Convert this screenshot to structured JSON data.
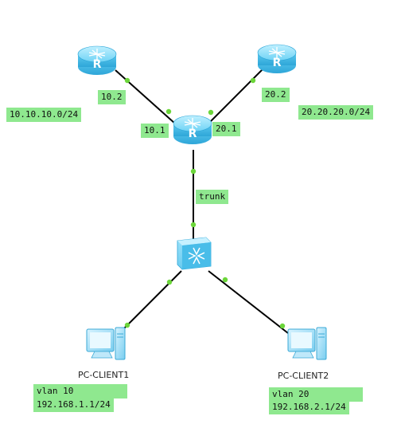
{
  "labels": {
    "r_left_port": "10.2",
    "r_right_port": "20.2",
    "net_left": "10.10.10.0/24",
    "net_right": "20.20.20.0/24",
    "core_left_port": "10.1",
    "core_right_port": "20.1",
    "trunk": "trunk",
    "pc1_vlan": "vlan 10",
    "pc1_ip": "192.168.1.1/24",
    "pc2_vlan": "vlan 20",
    "pc2_ip": "192.168.2.1/24"
  },
  "devices": {
    "router_left_glyph": "R",
    "router_right_glyph": "R",
    "router_core_glyph": "R",
    "pc1_name": "PC-CLIENT1",
    "pc2_name": "PC-CLIENT2"
  },
  "colors": {
    "label_bg": "#8fe88f",
    "port_dot": "#6cd63a",
    "link": "#000000",
    "device_blue": "#4fc3f0"
  }
}
